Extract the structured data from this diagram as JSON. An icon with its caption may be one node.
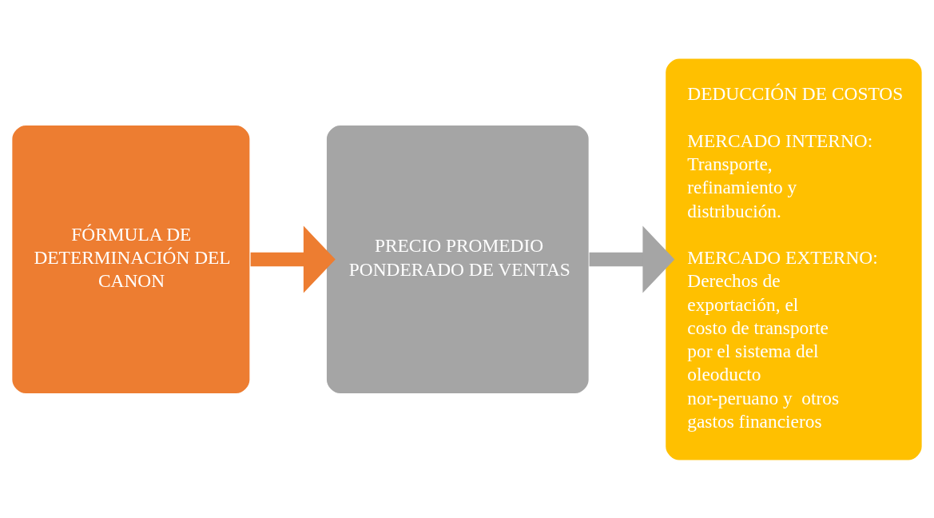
{
  "diagram": {
    "nodes": [
      {
        "text": [
          "FÓRMULA DE DETERMINACIÓN DEL CANON"
        ]
      },
      {
        "text": [
          "PRECIO PROMEDIO PONDERADO DE VENTAS"
        ]
      },
      {
        "text": [
          "DEDUCCIÓN DE COSTOS",
          "MERCADO INTERNO: Transporte, refinamiento y distribución.",
          "MERCADO EXTERNO: Derechos de exportación, el costo de transporte por el sistema del oleoducto nor-peruano y  otros gastos financieros"
        ]
      }
    ],
    "edges": [
      {
        "from": 0,
        "to": 1,
        "arrow": "to",
        "color": "#ed7d31"
      },
      {
        "from": 1,
        "to": 2,
        "arrow": "to",
        "color": "#a5a5a5"
      }
    ]
  }
}
